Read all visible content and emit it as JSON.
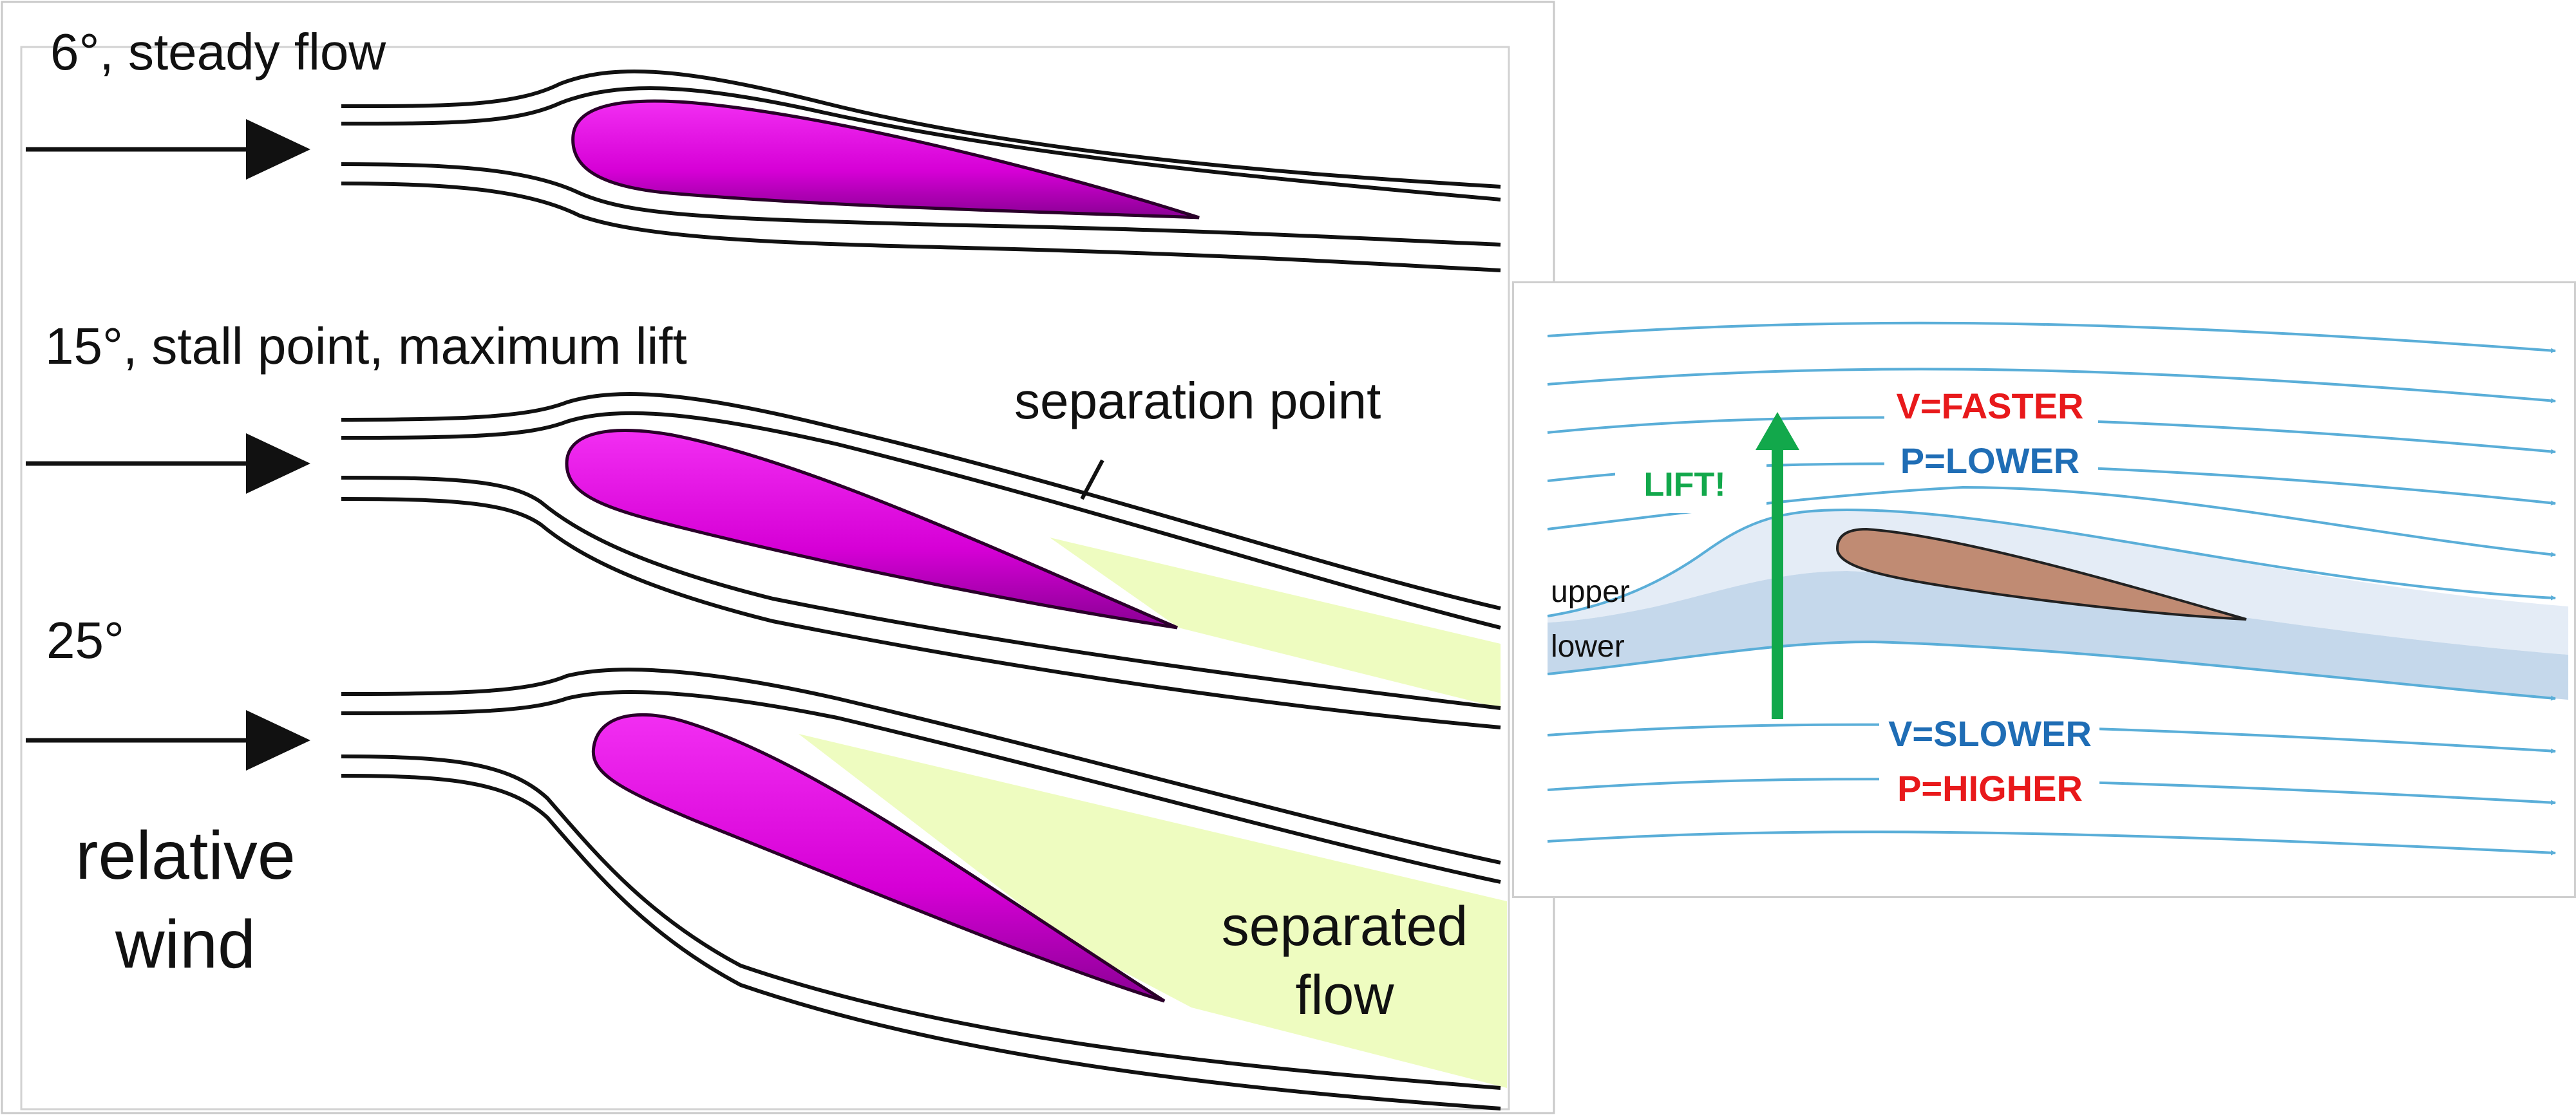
{
  "angle_panel": {
    "rows": [
      {
        "label": "6°, steady flow"
      },
      {
        "label": "15°, stall point, maximum lift",
        "annotation": "separation point"
      },
      {
        "label": "25°",
        "annotation_line1": "separated",
        "annotation_line2": "flow"
      }
    ],
    "wind_label_line1": "relative",
    "wind_label_line2": "wind",
    "colors": {
      "airfoil": "#dd00dd",
      "separated_region": "#eefcc0",
      "streamline": "#111111"
    }
  },
  "lift_panel": {
    "top_velocity": "V=FASTER",
    "top_pressure": "P=LOWER",
    "bottom_velocity": "V=SLOWER",
    "bottom_pressure": "P=HIGHER",
    "lift_label": "LIFT!",
    "upper_label": "upper",
    "lower_label": "lower",
    "colors": {
      "red_text": "#e8191b",
      "blue_text": "#1f6db5",
      "lift": "#12a84b",
      "streamline": "#5aaed8",
      "airfoil": "#c08b73",
      "upper_band": "#e4ecf6",
      "lower_band": "#c5d8eb"
    }
  }
}
